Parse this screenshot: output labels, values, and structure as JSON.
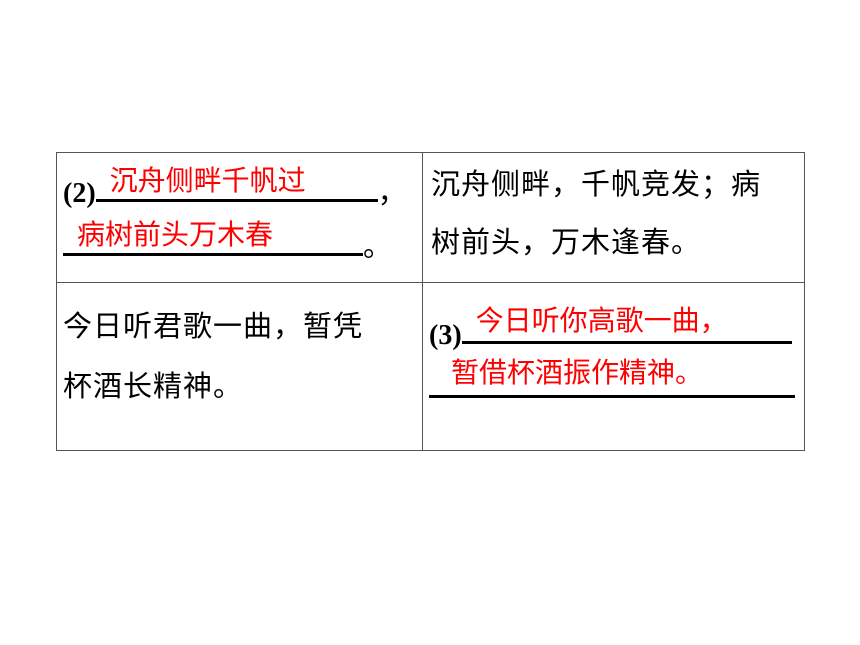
{
  "rows": [
    {
      "left": {
        "number": "(2)",
        "answer_1": "沉舟侧畔千帆过",
        "punct_1": "，",
        "answer_2": "病树前头万木春",
        "punct_2": "。"
      },
      "right": {
        "line_1": "沉舟侧畔，千帆竞发；病",
        "line_2": "树前头，万木逢春。"
      }
    },
    {
      "left": {
        "line_1": "今日听君歌一曲，暂凭",
        "line_2": "杯酒长精神。"
      },
      "right": {
        "number": "(3)",
        "answer_1": "今日听你高歌一曲，",
        "answer_2": "暂借杯酒振作精神。"
      }
    }
  ],
  "colors": {
    "answer": "#ff0000",
    "text": "#000000",
    "border": "#555555"
  }
}
